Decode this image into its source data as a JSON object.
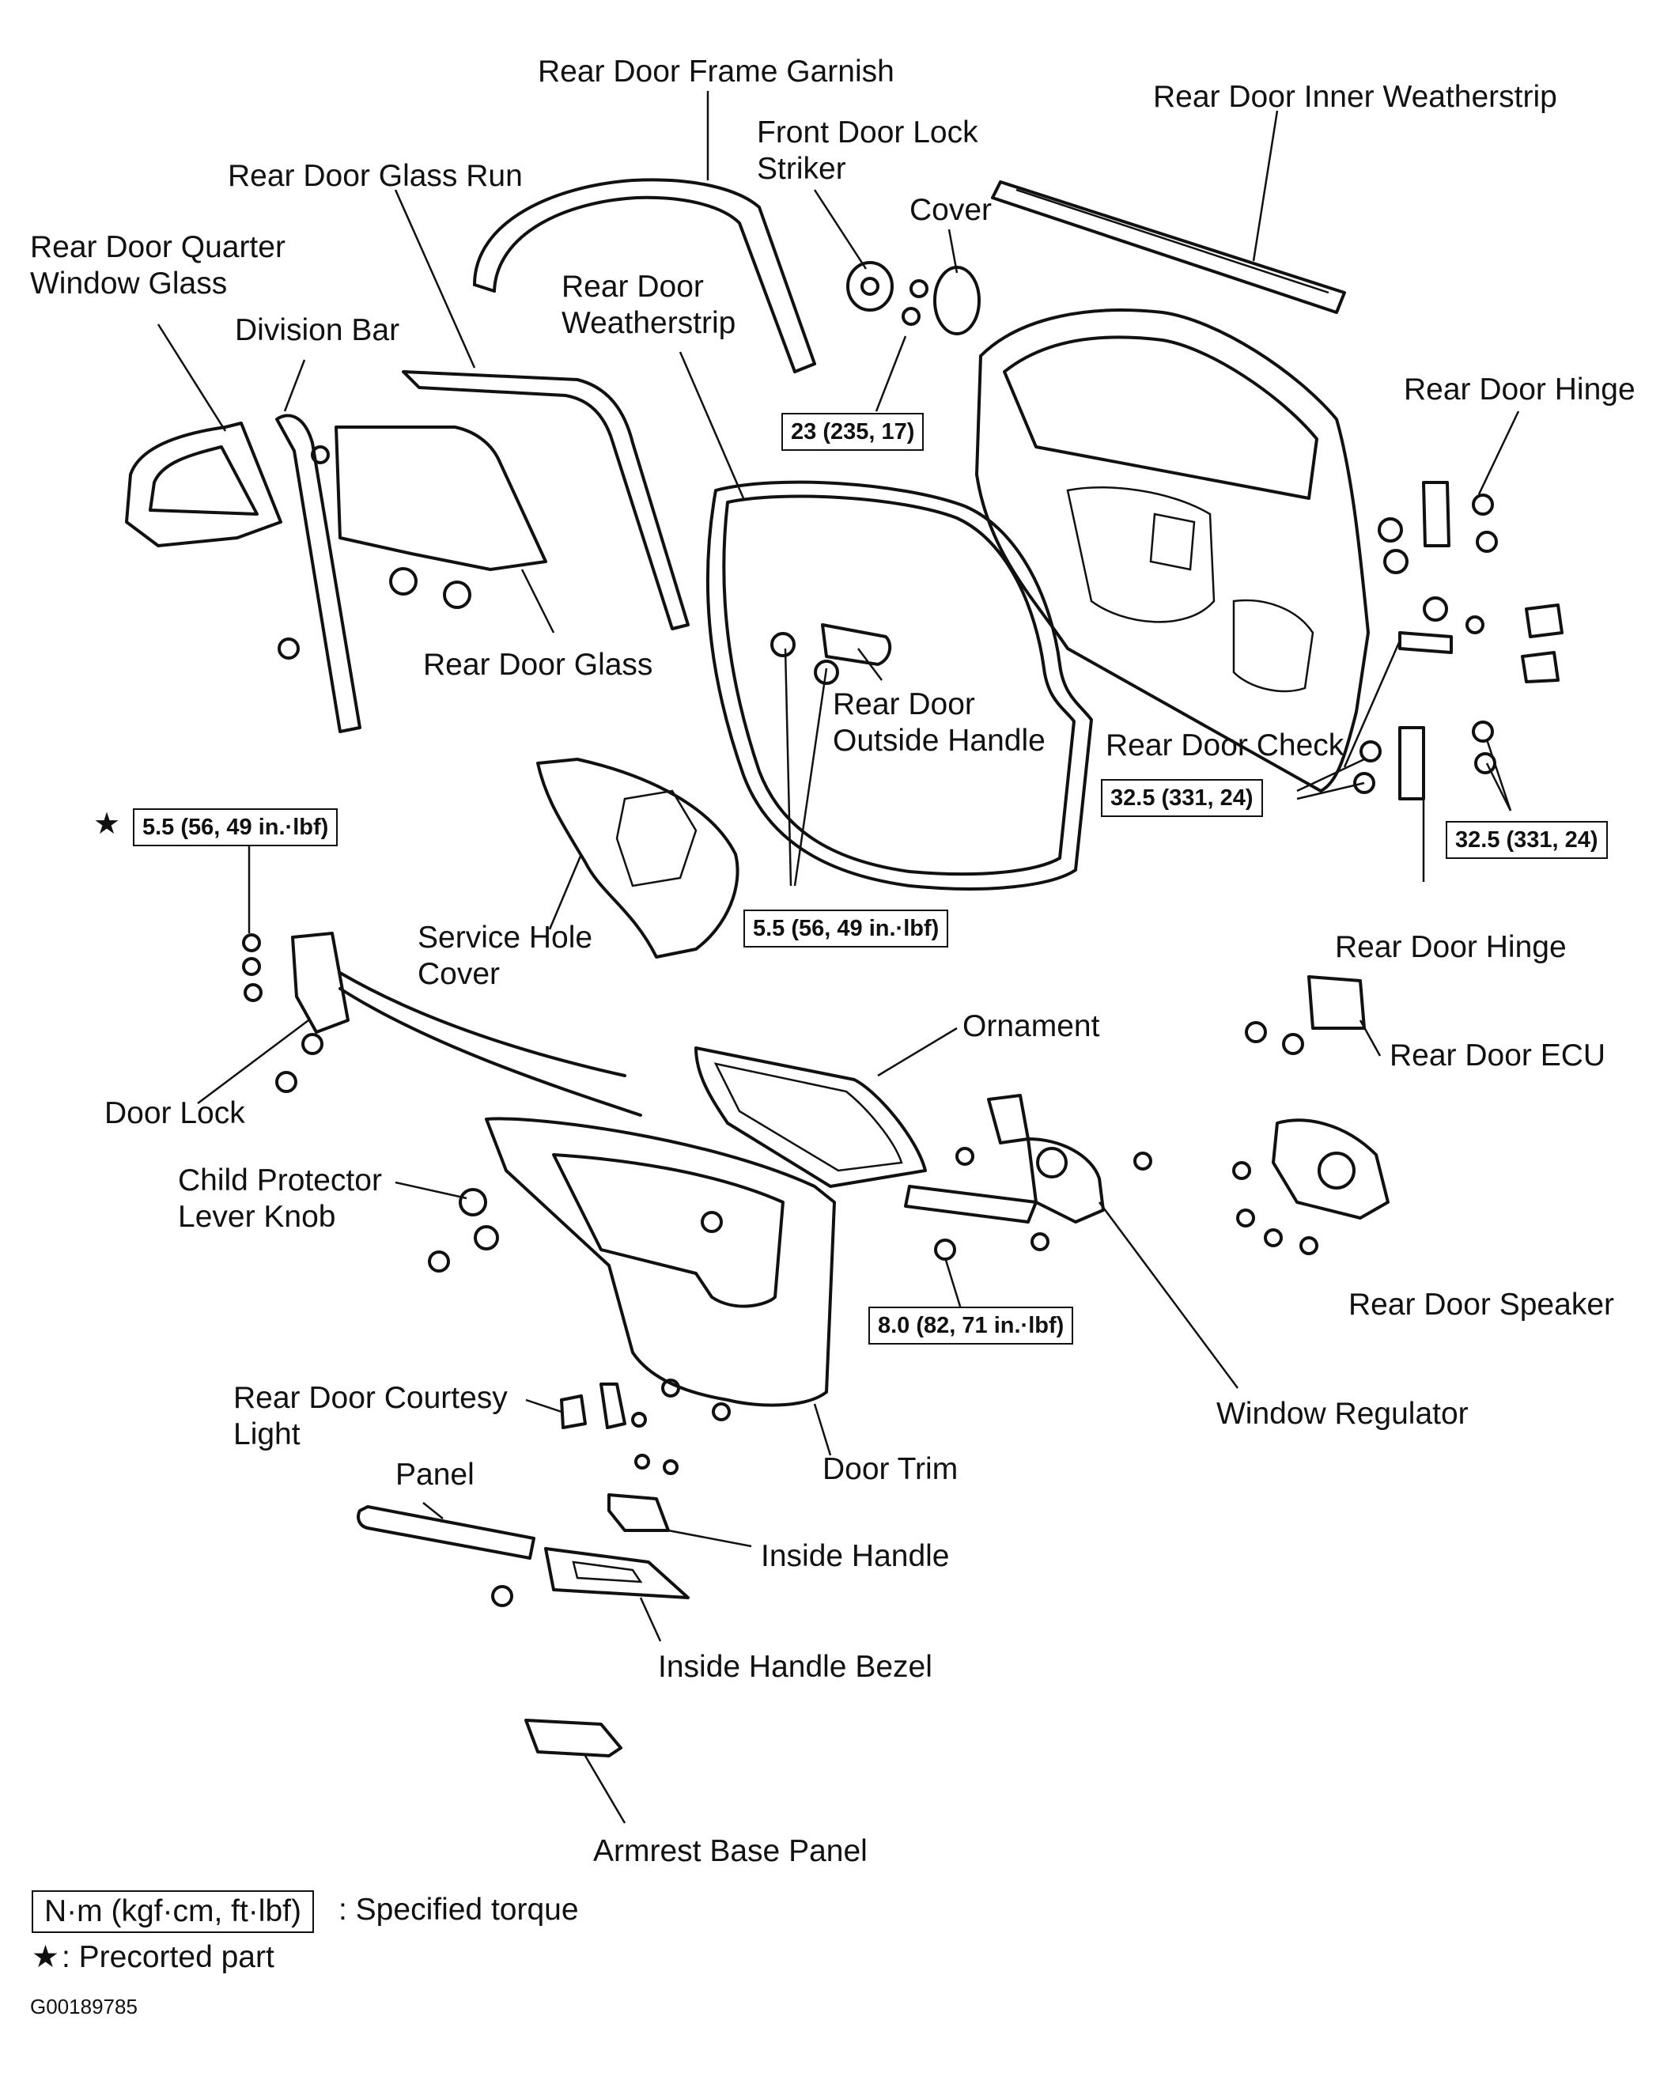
{
  "labels": {
    "frame_garnish": "Rear Door Frame Garnish",
    "inner_weatherstrip": "Rear Door Inner Weatherstrip",
    "lock_striker": "Front Door Lock\nStriker",
    "cover": "Cover",
    "glass_run": "Rear Door Glass Run",
    "quarter_glass": "Rear Door Quarter\nWindow Glass",
    "division_bar": "Division Bar",
    "weatherstrip": "Rear Door\nWeatherstrip",
    "door_hinge_top": "Rear Door Hinge",
    "rear_door_glass": "Rear Door Glass",
    "outside_handle": "Rear Door\nOutside Handle",
    "door_check": "Rear Door Check",
    "service_hole_cover": "Service Hole\nCover",
    "door_hinge_bottom": "Rear Door Hinge",
    "ornament": "Ornament",
    "door_ecu": "Rear Door ECU",
    "door_lock": "Door Lock",
    "child_protector": "Child Protector\nLever Knob",
    "door_speaker": "Rear Door Speaker",
    "courtesy_light": "Rear Door Courtesy\nLight",
    "window_regulator": "Window Regulator",
    "door_trim": "Door Trim",
    "panel": "Panel",
    "inside_handle": "Inside Handle",
    "inside_handle_bezel": "Inside Handle Bezel",
    "armrest_base_panel": "Armrest Base Panel"
  },
  "torques": {
    "striker": "23 (235, 17)",
    "check": "32.5 (331, 24)",
    "hinge": "32.5 (331, 24)",
    "door_lock": "5.5 (56, 49 in.·lbf)",
    "outside_handle": "5.5 (56, 49 in.·lbf)",
    "regulator": "8.0 (82, 71 in.·lbf)"
  },
  "legend": {
    "torque_unit": "N·m (kgf·cm, ft·lbf)",
    "torque_desc": ": Specified torque",
    "precoated_symbol": "★",
    "precoated_desc": ": Precorted part"
  },
  "figure_id": "G00189785"
}
